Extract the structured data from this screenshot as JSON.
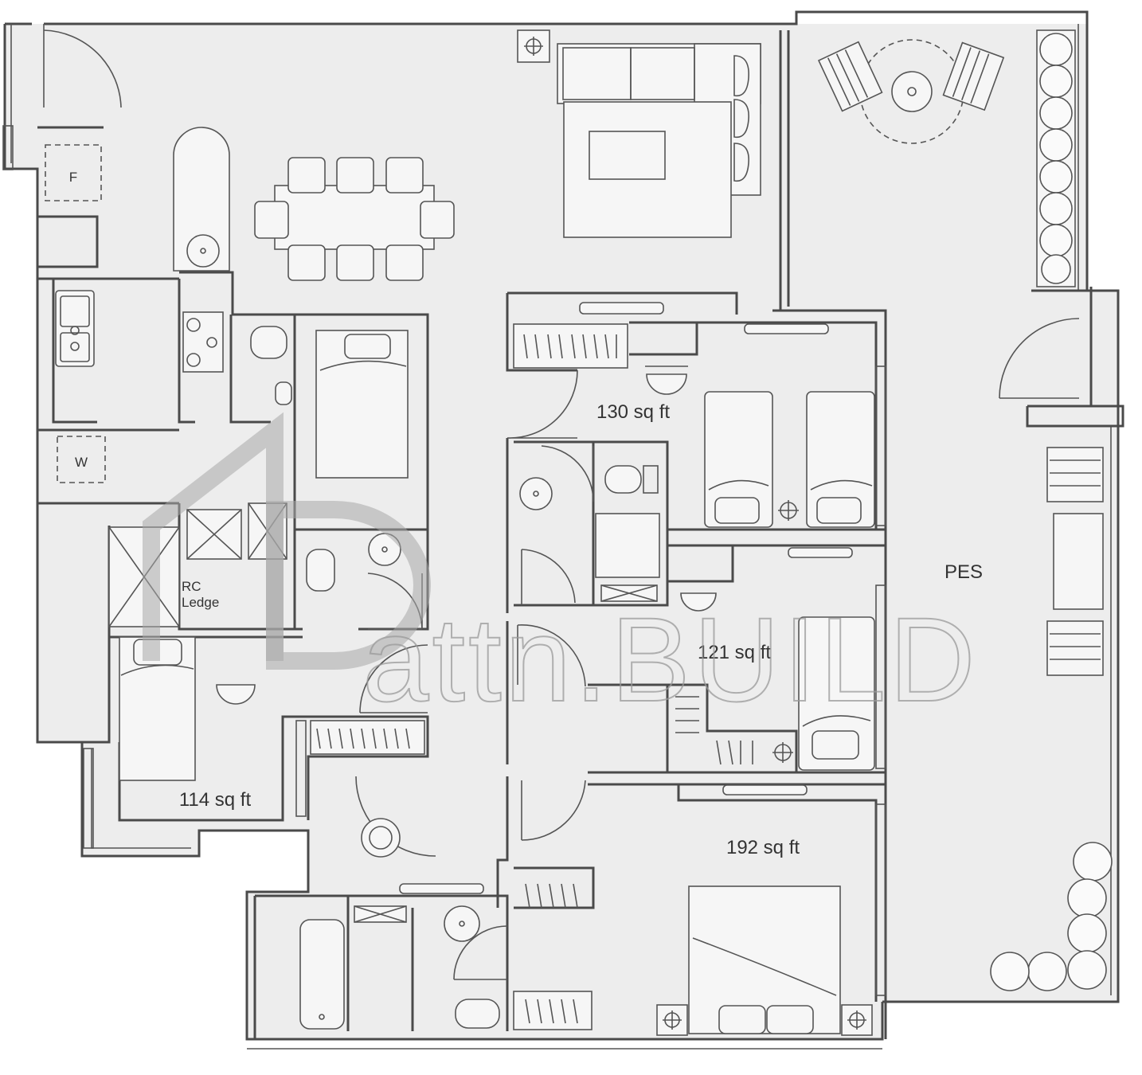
{
  "rooms": {
    "bedroom_top": {
      "area": "130 sq ft"
    },
    "bedroom_mid": {
      "area": "121 sq ft"
    },
    "bedroom_left": {
      "area": "114 sq ft"
    },
    "bedroom_master": {
      "area": "192 sq ft"
    },
    "pes": {
      "label": "PES"
    }
  },
  "markers": {
    "fridge": "F",
    "washer": "W",
    "rc_ledge_line1": "RC",
    "rc_ledge_line2": "Ledge"
  },
  "watermark": {
    "text": "attn.BUILD"
  }
}
